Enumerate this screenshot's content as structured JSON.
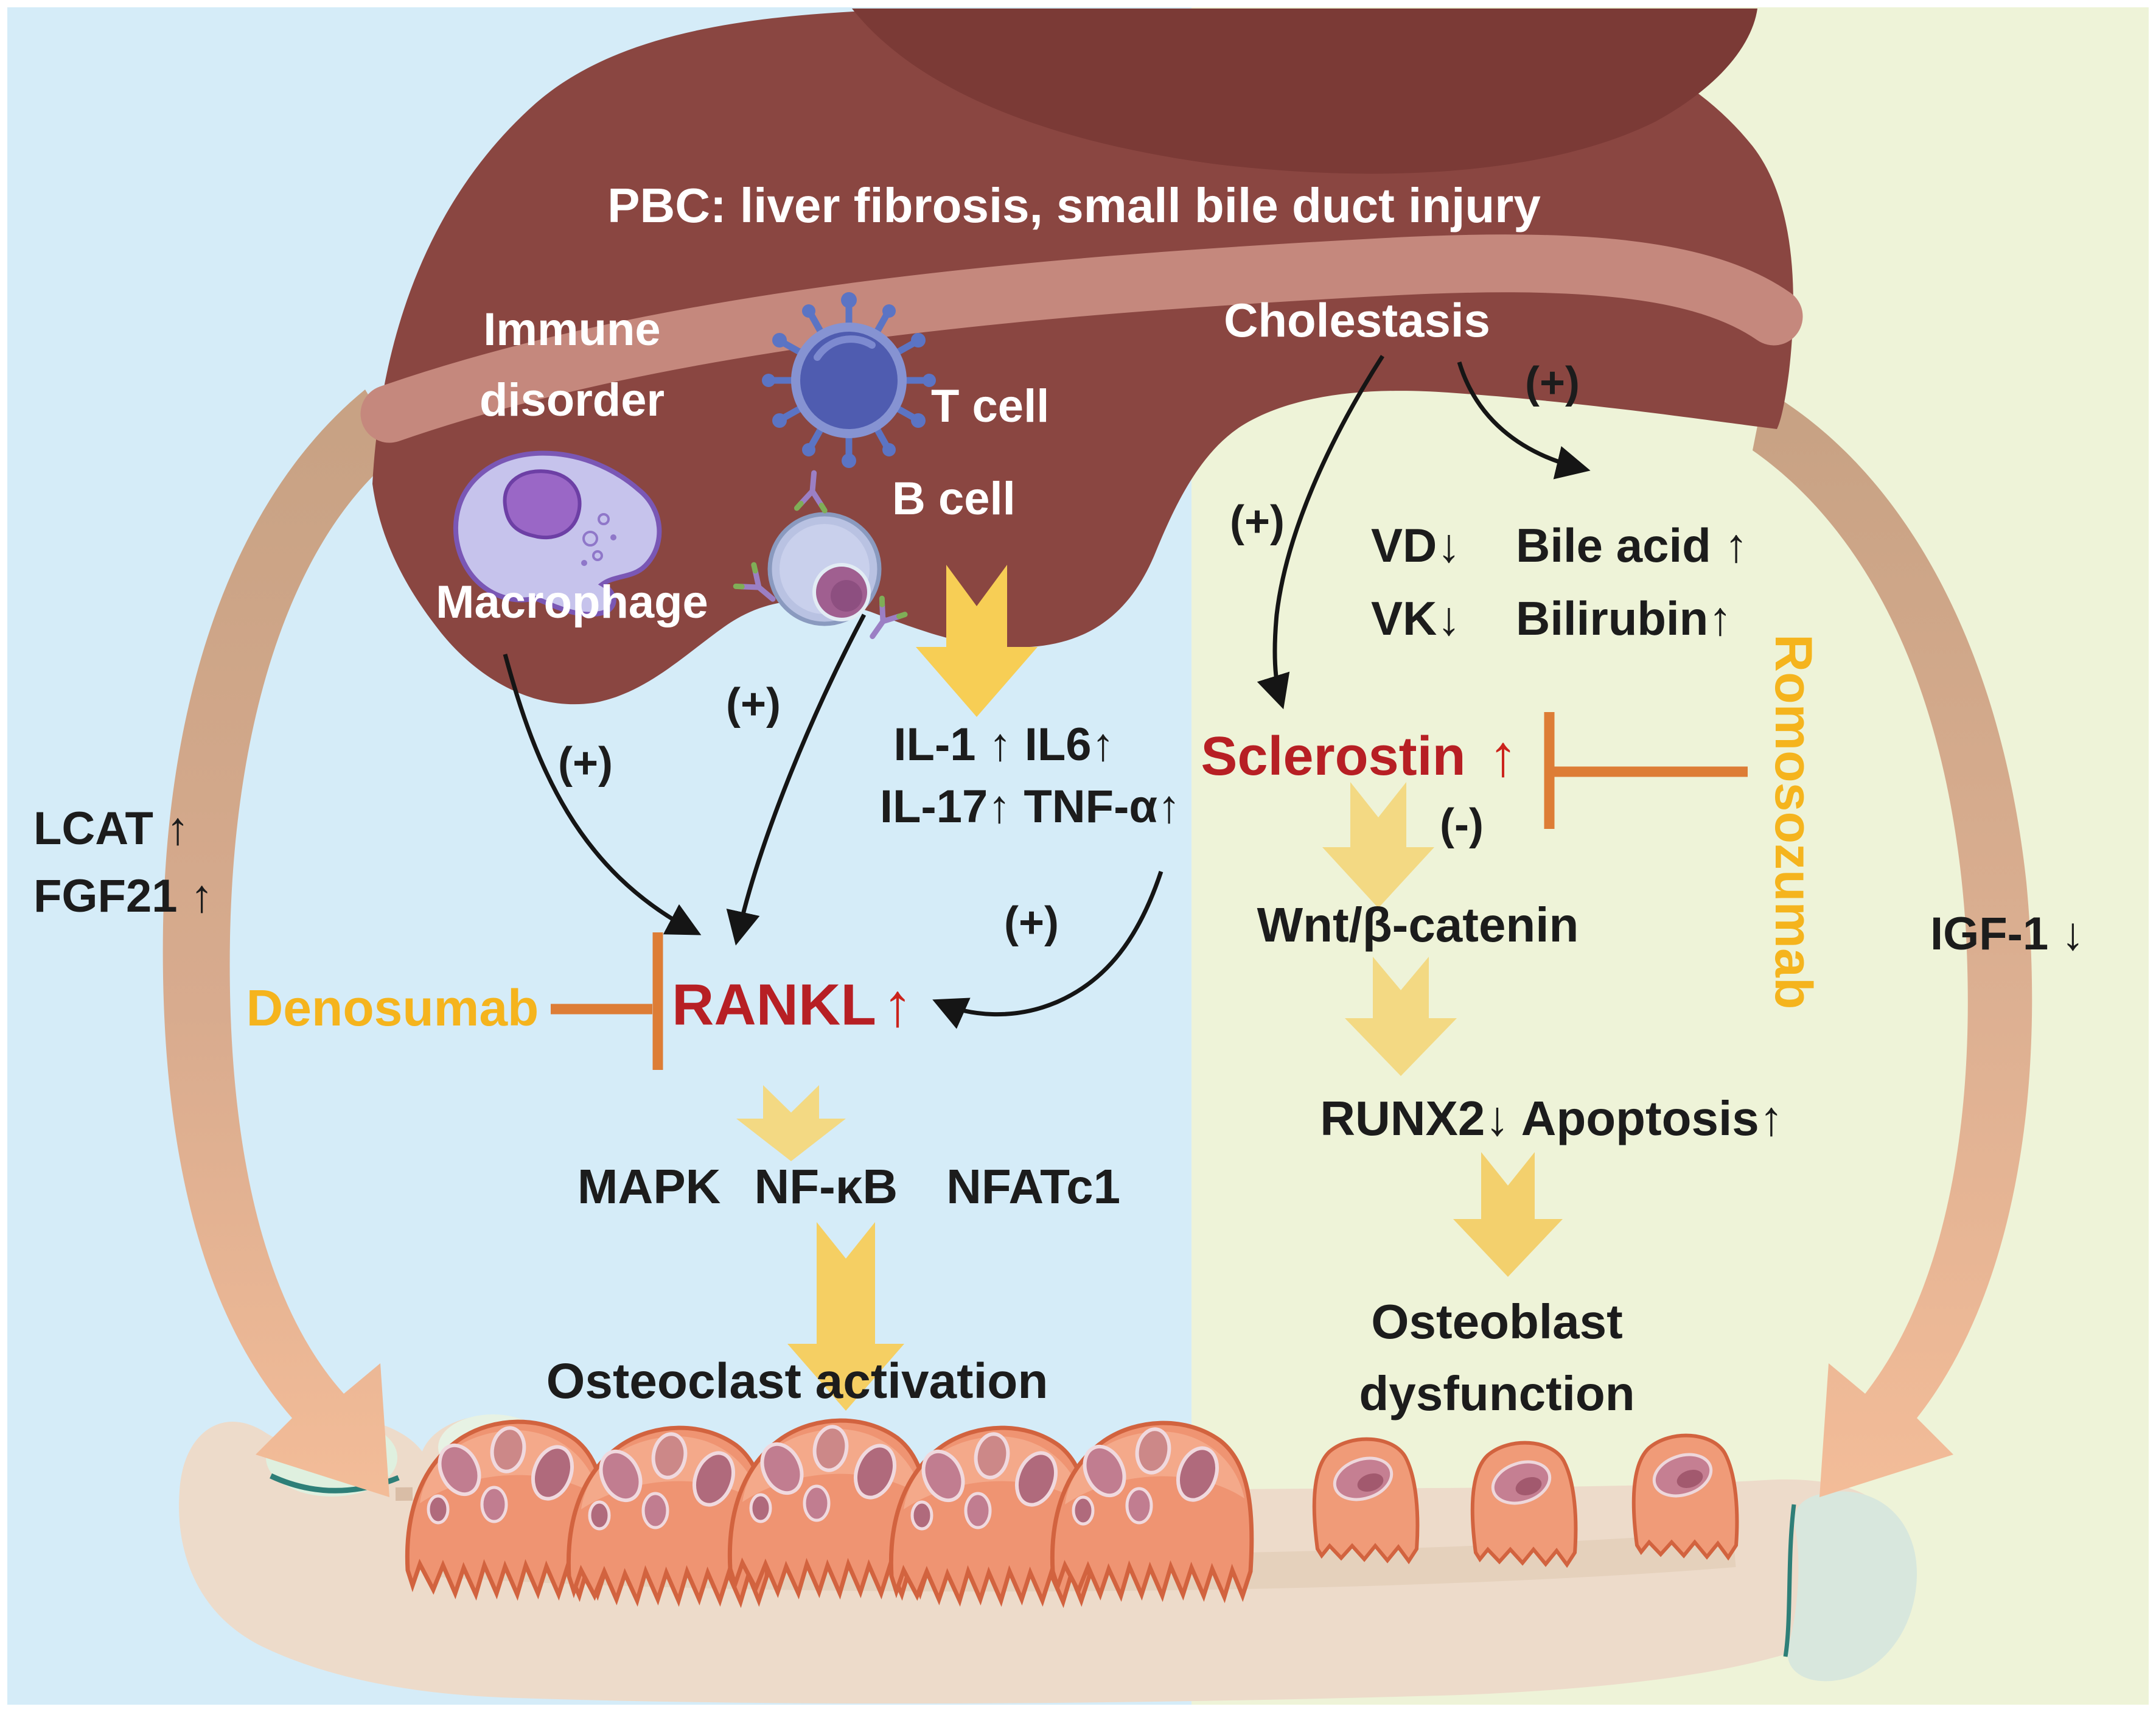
{
  "colors": {
    "background_left": "#d5ecf8",
    "background_right": "#eef3d8",
    "liver": "#8a4641",
    "liver_dark": "#7b3a36",
    "liver_band": "#c5887d",
    "yellow_arrow_bright": "#f7ce55",
    "yellow_arrow_pale": "#f3d983",
    "drug_text": "#f5b41d",
    "inhibition_bar": "#dd7d36",
    "upregulated_text": "#b71f24",
    "red_arrow": "#cb231c",
    "band_tan": "#c8a284",
    "band_salmon": "#f3bc98",
    "bone": "#eddbca",
    "osteoclast_cell": "#ef9472"
  },
  "title": "PBC: liver fibrosis, small bile duct injury",
  "liver": {
    "immune_line1": "Immune",
    "immune_line2": "disorder",
    "t_cell": "T cell",
    "b_cell": "B cell",
    "macrophage": "Macrophage",
    "cholestasis": "Cholestasis"
  },
  "signs": {
    "plus": "(+)",
    "minus": "(-)"
  },
  "osteoclast_pathway": {
    "cytokines_line1": "IL-1 ↑ IL6↑",
    "cytokines_line2": "IL-17↑ TNF-α↑",
    "drug": "Denosumab",
    "rankl": "RANKL",
    "rankl_arrow": "↑",
    "mapk": "MAPK",
    "nfkb": "NF-κB",
    "nfatc1": "NFATc1",
    "outcome": "Osteoclast activation",
    "lcat": "LCAT ↑",
    "fgf21": "FGF21 ↑"
  },
  "osteoblast_pathway": {
    "vd": "VD↓",
    "bile_acid": "Bile acid ↑",
    "vk": "VK↓",
    "bilirubin": "Bilirubin↑",
    "sclerostin": "Sclerostin",
    "sclerostin_arrow": "↑",
    "drug": "Romosozumab",
    "wnt": "Wnt/β-catenin",
    "runx2_apoptosis": "RUNX2↓ Apoptosis↑",
    "outcome_line1": "Osteoblast",
    "outcome_line2": "dysfunction",
    "igf1": "IGF-1 ↓"
  }
}
